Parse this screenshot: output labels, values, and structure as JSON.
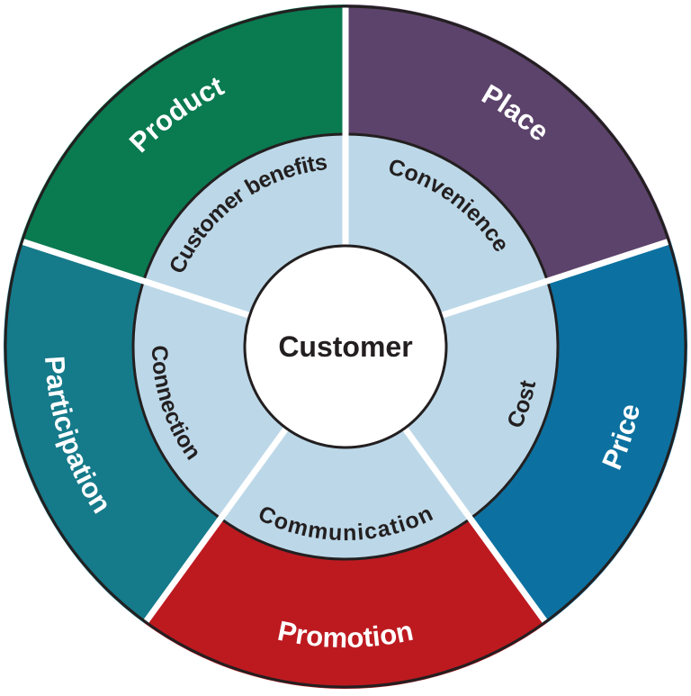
{
  "diagram": {
    "type": "ring-wheel",
    "center_label": "Customer",
    "segments": [
      {
        "id": "place",
        "outer_label": "Place",
        "inner_label": "Convenience",
        "color": "#5c436b",
        "start_angle": 0,
        "end_angle": 72
      },
      {
        "id": "price",
        "outer_label": "Price",
        "inner_label": "Cost",
        "color": "#0c71a0",
        "start_angle": 72,
        "end_angle": 144
      },
      {
        "id": "promotion",
        "outer_label": "Promotion",
        "inner_label": "Communication",
        "color": "#bd1a20",
        "start_angle": 144,
        "end_angle": 216
      },
      {
        "id": "participation",
        "outer_label": "Participation",
        "inner_label": "Connection",
        "color": "#157a8a",
        "start_angle": 216,
        "end_angle": 288
      },
      {
        "id": "product",
        "outer_label": "Product",
        "inner_label": "Customer benefits",
        "color": "#0a7a50",
        "start_angle": 288,
        "end_angle": 360
      }
    ],
    "colors": {
      "inner_ring": "#bcd8e8",
      "outline": "#231f20",
      "divider": "#ffffff",
      "outer_label_text": "#ffffff",
      "inner_label_text": "#231f20",
      "center_fill": "#ffffff",
      "background": "#ffffff"
    }
  }
}
